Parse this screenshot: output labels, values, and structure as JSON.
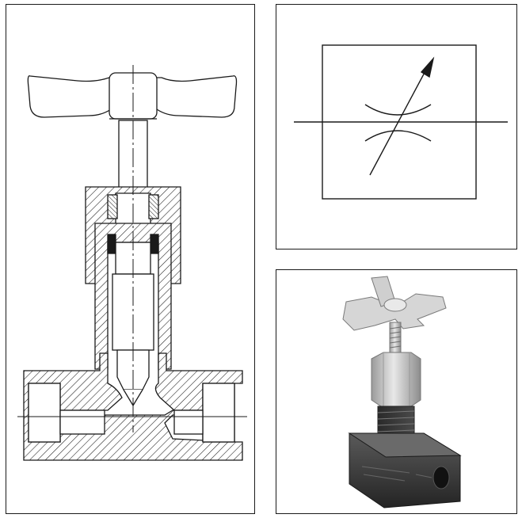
{
  "figure": {
    "panels": [
      {
        "name": "cross-section",
        "icon": "needle-valve-cross-section"
      },
      {
        "name": "symbol",
        "icon": "adjustable-throttle-valve-symbol"
      },
      {
        "name": "photo",
        "icon": "needle-valve-photo"
      }
    ],
    "colors": {
      "stroke": "#1a1a1a",
      "background": "#ffffff",
      "metal_light": "#c9c9c9",
      "metal_dark": "#3a3a3a"
    }
  }
}
